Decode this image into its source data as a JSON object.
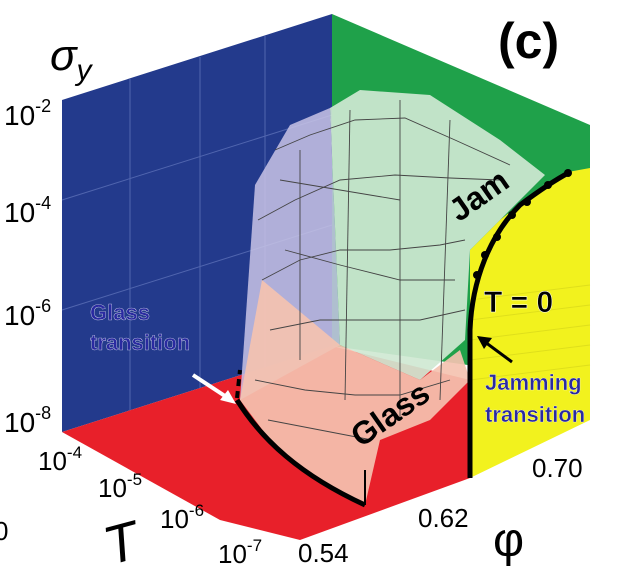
{
  "panel_label": "(c)",
  "axes": {
    "sigma_symbol": "σ",
    "sigma_subscript": "y",
    "T_label": "T",
    "phi_label": "φ"
  },
  "sigma_ticks": [
    {
      "base": "10",
      "exp": "-2"
    },
    {
      "base": "10",
      "exp": "-4"
    },
    {
      "base": "10",
      "exp": "-6"
    },
    {
      "base": "10",
      "exp": "-8"
    }
  ],
  "T_ticks": [
    {
      "base": "10",
      "exp": "-4"
    },
    {
      "base": "10",
      "exp": "-5"
    },
    {
      "base": "10",
      "exp": "-6"
    },
    {
      "base": "10",
      "exp": "-7"
    }
  ],
  "T_tick_cut": "0",
  "phi_ticks": [
    "0.54",
    "0.62",
    "0.70"
  ],
  "labels": {
    "jam": "Jam",
    "glass": "Glass",
    "t_zero": "T = 0",
    "glass_transition_line1": "Glass",
    "glass_transition_line2": "transition",
    "jamming_transition_line1": "Jamming",
    "jamming_transition_line2": "transition"
  },
  "colors": {
    "back_wall": "#233a8c",
    "side_wall": "#1fa14a",
    "floor": "#e8202a",
    "t_zero_plane": "#f2f21e",
    "jam_surface": "#cfe8d3",
    "glass_surface": "#f4c2b0",
    "mid_surface": "#c9c4e6",
    "annotation_blue": "#2a2aa0"
  }
}
